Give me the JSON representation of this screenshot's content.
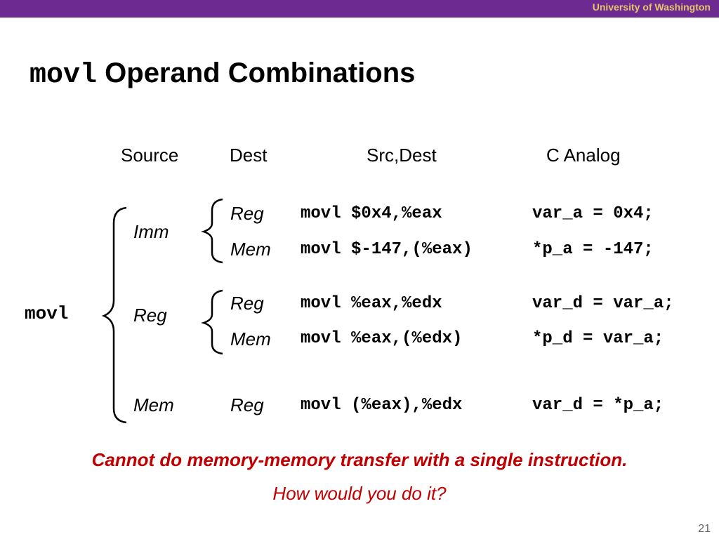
{
  "header": {
    "institution": "University of Washington"
  },
  "title": {
    "code": "movl",
    "text": "Operand Combinations"
  },
  "columns": {
    "source": "Source",
    "dest": "Dest",
    "src_dest": "Src,Dest",
    "c_analog": "C Analog"
  },
  "root_label": "movl",
  "groups": [
    {
      "source": "Imm",
      "rows": [
        {
          "dest": "Reg",
          "instruction": "movl $0x4,%eax",
          "c_analog": "var_a = 0x4;"
        },
        {
          "dest": "Mem",
          "instruction": "movl $-147,(%eax)",
          "c_analog": "*p_a = -147;"
        }
      ]
    },
    {
      "source": "Reg",
      "rows": [
        {
          "dest": "Reg",
          "instruction": "movl %eax,%edx",
          "c_analog": "var_d = var_a;"
        },
        {
          "dest": "Mem",
          "instruction": "movl %eax,(%edx)",
          "c_analog": "*p_d = var_a;"
        }
      ]
    },
    {
      "source": "Mem",
      "rows": [
        {
          "dest": "Reg",
          "instruction": "movl (%eax),%edx",
          "c_analog": "var_d = *p_a;"
        }
      ]
    }
  ],
  "notes": {
    "warning": "Cannot do memory-memory transfer with a single instruction.",
    "question": "How would you do it?"
  },
  "page_number": "21",
  "colors": {
    "header_bar": "#6d2b91",
    "header_text": "#e3c66a",
    "note": "#c00000"
  }
}
